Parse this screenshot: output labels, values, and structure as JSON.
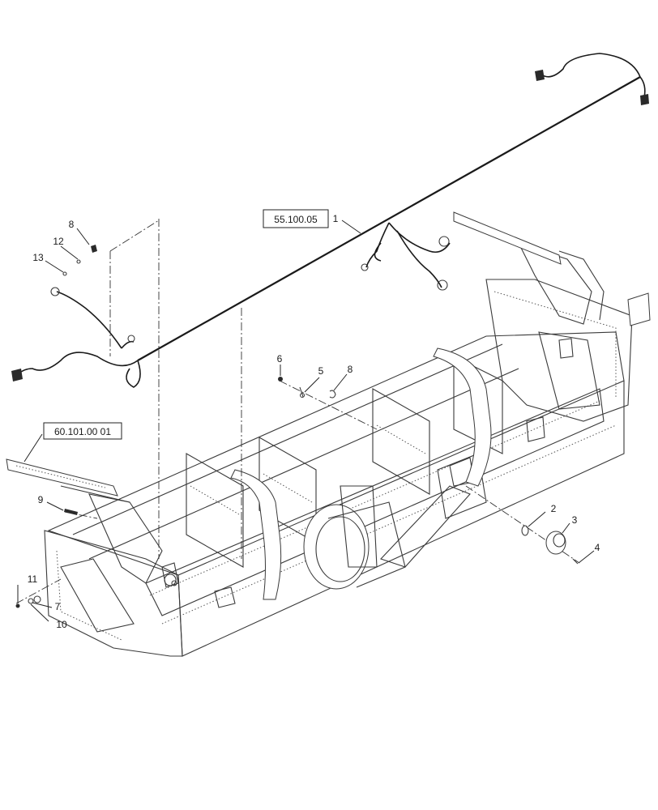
{
  "references": [
    {
      "id": "ref-55",
      "text": "55.100.05"
    },
    {
      "id": "ref-60",
      "text": "60.101.00 01"
    }
  ],
  "callouts": [
    "1",
    "2",
    "3",
    "4",
    "5",
    "6",
    "7",
    "8",
    "8",
    "9",
    "10",
    "11",
    "12",
    "13"
  ]
}
